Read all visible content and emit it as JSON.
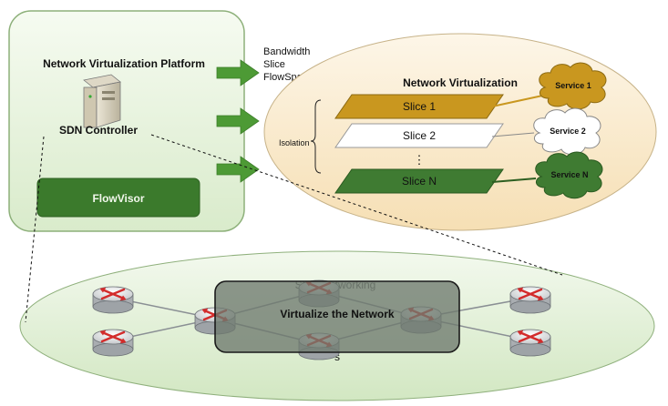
{
  "platform": {
    "title": "Network Virtualization Platform",
    "controller_label": "SDN Controller",
    "flowvisor_label": "FlowVisor"
  },
  "resources": [
    "Bandwidth",
    "Slice",
    "FlowSpace"
  ],
  "virtualization": {
    "title": "Network Virtualization",
    "isolation_label": "Isolation",
    "slices": [
      {
        "label": "Slice 1",
        "color": "#c9971f"
      },
      {
        "label": "Slice 2",
        "color": "#ffffff"
      },
      {
        "label": "Slice N",
        "color": "#3f7b32"
      }
    ],
    "ellipsis": "⋮",
    "services": [
      {
        "label": "Service 1",
        "color": "#c9971f"
      },
      {
        "label": "Service 2",
        "color": "#ffffff"
      },
      {
        "label": "Service N",
        "color": "#3f7b32"
      }
    ]
  },
  "network": {
    "label": "SDN Networking",
    "overlay_label": "Virtualize the Network",
    "fragment": "s"
  },
  "colors": {
    "platform_fill": "#e4f1d9",
    "platform_border": "#8db07a",
    "flowvisor": "#3b7a2c",
    "arrow": "#4d9a35",
    "virt_ellipse": "#fbecd2",
    "net_ellipse": "#e3f1d7",
    "overlay": "#7f8a7f",
    "router": "#d32b2b"
  }
}
